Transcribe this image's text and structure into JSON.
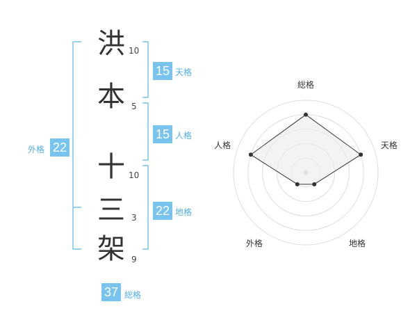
{
  "name_chars": [
    {
      "char": "洪",
      "strokes": "10"
    },
    {
      "char": "本",
      "strokes": "5"
    },
    {
      "char": "十",
      "strokes": "10"
    },
    {
      "char": "三",
      "strokes": "3"
    },
    {
      "char": "架",
      "strokes": "9"
    }
  ],
  "fortunes": {
    "tenkaku": {
      "value": "15",
      "label": "天格"
    },
    "jinkaku": {
      "value": "15",
      "label": "人格"
    },
    "chikaku": {
      "value": "22",
      "label": "地格"
    },
    "gaikaku": {
      "value": "22",
      "label": "外格"
    },
    "soukaku": {
      "value": "37",
      "label": "総格"
    }
  },
  "chart_data": {
    "type": "radar",
    "axes": [
      "総格",
      "天格",
      "地格",
      "外格",
      "人格"
    ],
    "values": [
      4,
      4,
      1,
      1,
      4
    ],
    "max": 5,
    "grid_rings": 5,
    "colors": {
      "stroke": "#333333",
      "fill": "#eeeeee",
      "grid": "#dddddd",
      "bracket": "#79c3ef"
    }
  }
}
